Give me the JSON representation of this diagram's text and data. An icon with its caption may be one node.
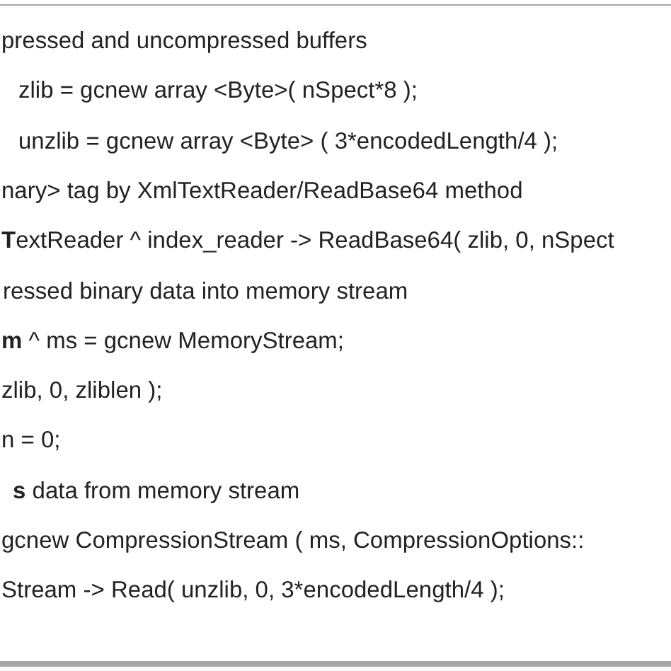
{
  "diagram": {
    "labels": [
      "pressed and uncompressed buffers",
      "zlib = gcnew array <Byte>( nSpect*8 );",
      "unzlib = gcnew array <Byte> ( 3*encodedLength/4 );",
      "nary> tag by XmlTextReader/ReadBase64 method",
      "**T**extReader ^ index_reader -> ReadBase64( zlib, 0, nSpect",
      "ressed binary data into memory stream",
      "**m** ^ ms = gcnew MemoryStream;",
      "zlib, 0, zliblen );",
      "n = 0;",
      "**s** data from memory stream",
      "gcnew CompressionStream ( ms, CompressionOptions::",
      "Stream -> Read( unzlib, 0, 3*encodedLength/4 );"
    ]
  }
}
